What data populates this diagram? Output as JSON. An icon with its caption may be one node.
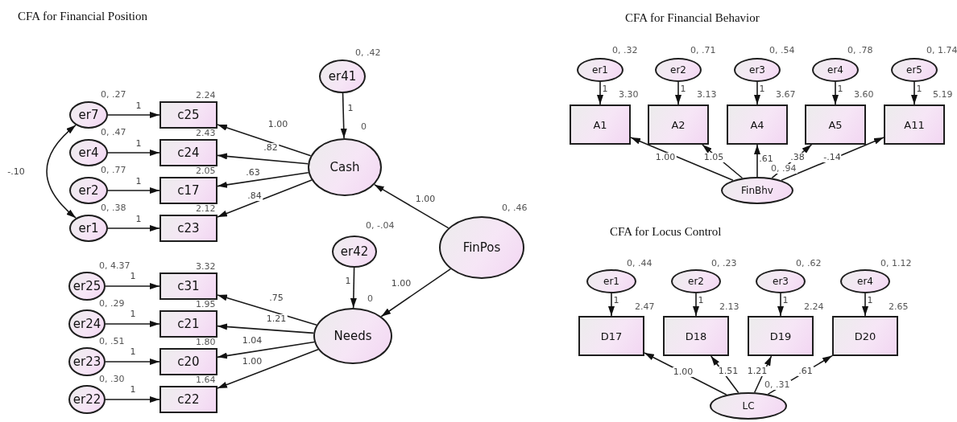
{
  "diagram": {
    "nodes": [
      {
        "text": [
          "er7"
        ],
        "beside": [
          "0, .27"
        ]
      },
      {
        "text": [
          "c25"
        ],
        "beside": [
          "2.24"
        ]
      },
      {
        "text": [
          "er4"
        ],
        "beside": [
          "0, .47"
        ]
      },
      {
        "text": [
          "c24"
        ],
        "beside": [
          "2.43"
        ]
      },
      {
        "text": [
          "er2"
        ],
        "beside": [
          "0, .77"
        ]
      },
      {
        "text": [
          "c17"
        ],
        "beside": [
          "2.05"
        ]
      },
      {
        "text": [
          "er1"
        ],
        "beside": [
          "0, .38"
        ]
      },
      {
        "text": [
          "c23"
        ],
        "beside": [
          "2.12"
        ]
      },
      {
        "text": [
          "er41"
        ],
        "beside": [
          "0, .42"
        ]
      },
      {
        "text": [
          "Cash"
        ],
        "beside": [
          "0"
        ]
      },
      {
        "text": [
          "FinPos"
        ],
        "beside": [
          "0, .46"
        ]
      },
      {
        "text": [
          "er42"
        ],
        "beside": [
          "0, -.04"
        ]
      },
      {
        "text": [
          "Needs"
        ],
        "beside": [
          "0"
        ]
      },
      {
        "text": [
          "er25"
        ],
        "beside": [
          "0, 4.37"
        ]
      },
      {
        "text": [
          "c31"
        ],
        "beside": [
          "3.32"
        ]
      },
      {
        "text": [
          "er24"
        ],
        "beside": [
          "0, .29"
        ]
      },
      {
        "text": [
          "c21"
        ],
        "beside": [
          "1.95"
        ]
      },
      {
        "text": [
          "er23"
        ],
        "beside": [
          "0, .51"
        ]
      },
      {
        "text": [
          "c20"
        ],
        "beside": [
          "1.80"
        ]
      },
      {
        "text": [
          "er22"
        ],
        "beside": [
          "0, .30"
        ]
      },
      {
        "text": [
          "c22"
        ],
        "beside": [
          "1.64"
        ]
      },
      {
        "text": [
          "er1"
        ],
        "beside": [
          "0, .32"
        ]
      },
      {
        "text": [
          "er2"
        ],
        "beside": [
          "0, .71"
        ]
      },
      {
        "text": [
          "er3"
        ],
        "beside": [
          "0, .54"
        ]
      },
      {
        "text": [
          "er4"
        ],
        "beside": [
          "0, .78"
        ]
      },
      {
        "text": [
          "er5"
        ],
        "beside": [
          "0, 1.74"
        ]
      },
      {
        "text": [
          "A1"
        ],
        "beside": [
          "3.30"
        ]
      },
      {
        "text": [
          "A2"
        ],
        "beside": [
          "3.13"
        ]
      },
      {
        "text": [
          "A4"
        ],
        "beside": [
          "3.67"
        ]
      },
      {
        "text": [
          "A5"
        ],
        "beside": [
          "3.60"
        ]
      },
      {
        "text": [
          "A11"
        ],
        "beside": [
          "5.19"
        ]
      },
      {
        "text": [
          "FinBhv"
        ],
        "beside": [
          "0, .94"
        ]
      },
      {
        "text": [
          "er1"
        ],
        "beside": [
          "0, .44"
        ]
      },
      {
        "text": [
          "er2"
        ],
        "beside": [
          "0, .23"
        ]
      },
      {
        "text": [
          "er3"
        ],
        "beside": [
          "0, .62"
        ]
      },
      {
        "text": [
          "er4"
        ],
        "beside": [
          "0, 1.12"
        ]
      },
      {
        "text": [
          "D17"
        ],
        "beside": [
          "2.47"
        ]
      },
      {
        "text": [
          "D18"
        ],
        "beside": [
          "2.13"
        ]
      },
      {
        "text": [
          "D19"
        ],
        "beside": [
          "2.24"
        ]
      },
      {
        "text": [
          "D20"
        ],
        "beside": [
          "2.65"
        ]
      },
      {
        "text": [
          "LC"
        ],
        "beside": [
          "0, .31"
        ]
      }
    ],
    "edges": [
      {
        "from": 0,
        "to": 1,
        "arrow": "to",
        "label": "1"
      },
      {
        "from": 2,
        "to": 3,
        "arrow": "to",
        "label": "1"
      },
      {
        "from": 4,
        "to": 5,
        "arrow": "to",
        "label": "1"
      },
      {
        "from": 6,
        "to": 7,
        "arrow": "to",
        "label": "1"
      },
      {
        "from": 13,
        "to": 14,
        "arrow": "to",
        "label": "1"
      },
      {
        "from": 15,
        "to": 16,
        "arrow": "to",
        "label": "1"
      },
      {
        "from": 17,
        "to": 18,
        "arrow": "to",
        "label": "1"
      },
      {
        "from": 19,
        "to": 20,
        "arrow": "to",
        "label": "1"
      },
      {
        "from": 0,
        "to": 6,
        "arrow": "both",
        "label": "-.10"
      },
      {
        "from": 8,
        "to": 9,
        "arrow": "to",
        "label": "1"
      },
      {
        "from": 11,
        "to": 12,
        "arrow": "to",
        "label": "1"
      },
      {
        "from": 9,
        "to": 1,
        "arrow": "to",
        "label": "1.00"
      },
      {
        "from": 9,
        "to": 3,
        "arrow": "to",
        "label": ".82"
      },
      {
        "from": 9,
        "to": 5,
        "arrow": "to",
        "label": ".63"
      },
      {
        "from": 9,
        "to": 7,
        "arrow": "to",
        "label": ".84"
      },
      {
        "from": 12,
        "to": 14,
        "arrow": "to",
        "label": ".75"
      },
      {
        "from": 12,
        "to": 16,
        "arrow": "to",
        "label": "1.21"
      },
      {
        "from": 12,
        "to": 18,
        "arrow": "to",
        "label": "1.04"
      },
      {
        "from": 12,
        "to": 20,
        "arrow": "to",
        "label": "1.00"
      },
      {
        "from": 10,
        "to": 9,
        "arrow": "to",
        "label": "1.00"
      },
      {
        "from": 10,
        "to": 12,
        "arrow": "to",
        "label": "1.00"
      },
      {
        "from": 21,
        "to": 26,
        "arrow": "to",
        "label": "1"
      },
      {
        "from": 22,
        "to": 27,
        "arrow": "to",
        "label": "1"
      },
      {
        "from": 23,
        "to": 28,
        "arrow": "to",
        "label": "1"
      },
      {
        "from": 24,
        "to": 29,
        "arrow": "to",
        "label": "1"
      },
      {
        "from": 25,
        "to": 30,
        "arrow": "to",
        "label": "1"
      },
      {
        "from": 31,
        "to": 26,
        "arrow": "to",
        "label": "1.00"
      },
      {
        "from": 31,
        "to": 27,
        "arrow": "to",
        "label": "1.05"
      },
      {
        "from": 31,
        "to": 28,
        "arrow": "to",
        "label": ".61"
      },
      {
        "from": 31,
        "to": 29,
        "arrow": "to",
        "label": ".38"
      },
      {
        "from": 31,
        "to": 30,
        "arrow": "to",
        "label": "-.14"
      },
      {
        "from": 32,
        "to": 36,
        "arrow": "to",
        "label": "1"
      },
      {
        "from": 33,
        "to": 37,
        "arrow": "to",
        "label": "1"
      },
      {
        "from": 34,
        "to": 38,
        "arrow": "to",
        "label": "1"
      },
      {
        "from": 35,
        "to": 39,
        "arrow": "to",
        "label": "1"
      },
      {
        "from": 40,
        "to": 36,
        "arrow": "to",
        "label": "1.00"
      },
      {
        "from": 40,
        "to": 37,
        "arrow": "to",
        "label": "1.51"
      },
      {
        "from": 40,
        "to": 38,
        "arrow": "to",
        "label": "1.21"
      },
      {
        "from": 40,
        "to": 39,
        "arrow": "to",
        "label": ".61"
      }
    ],
    "labels": [
      "CFA for Financial Position",
      "CFA for Financial Behavior",
      "CFA for Locus Control"
    ]
  }
}
